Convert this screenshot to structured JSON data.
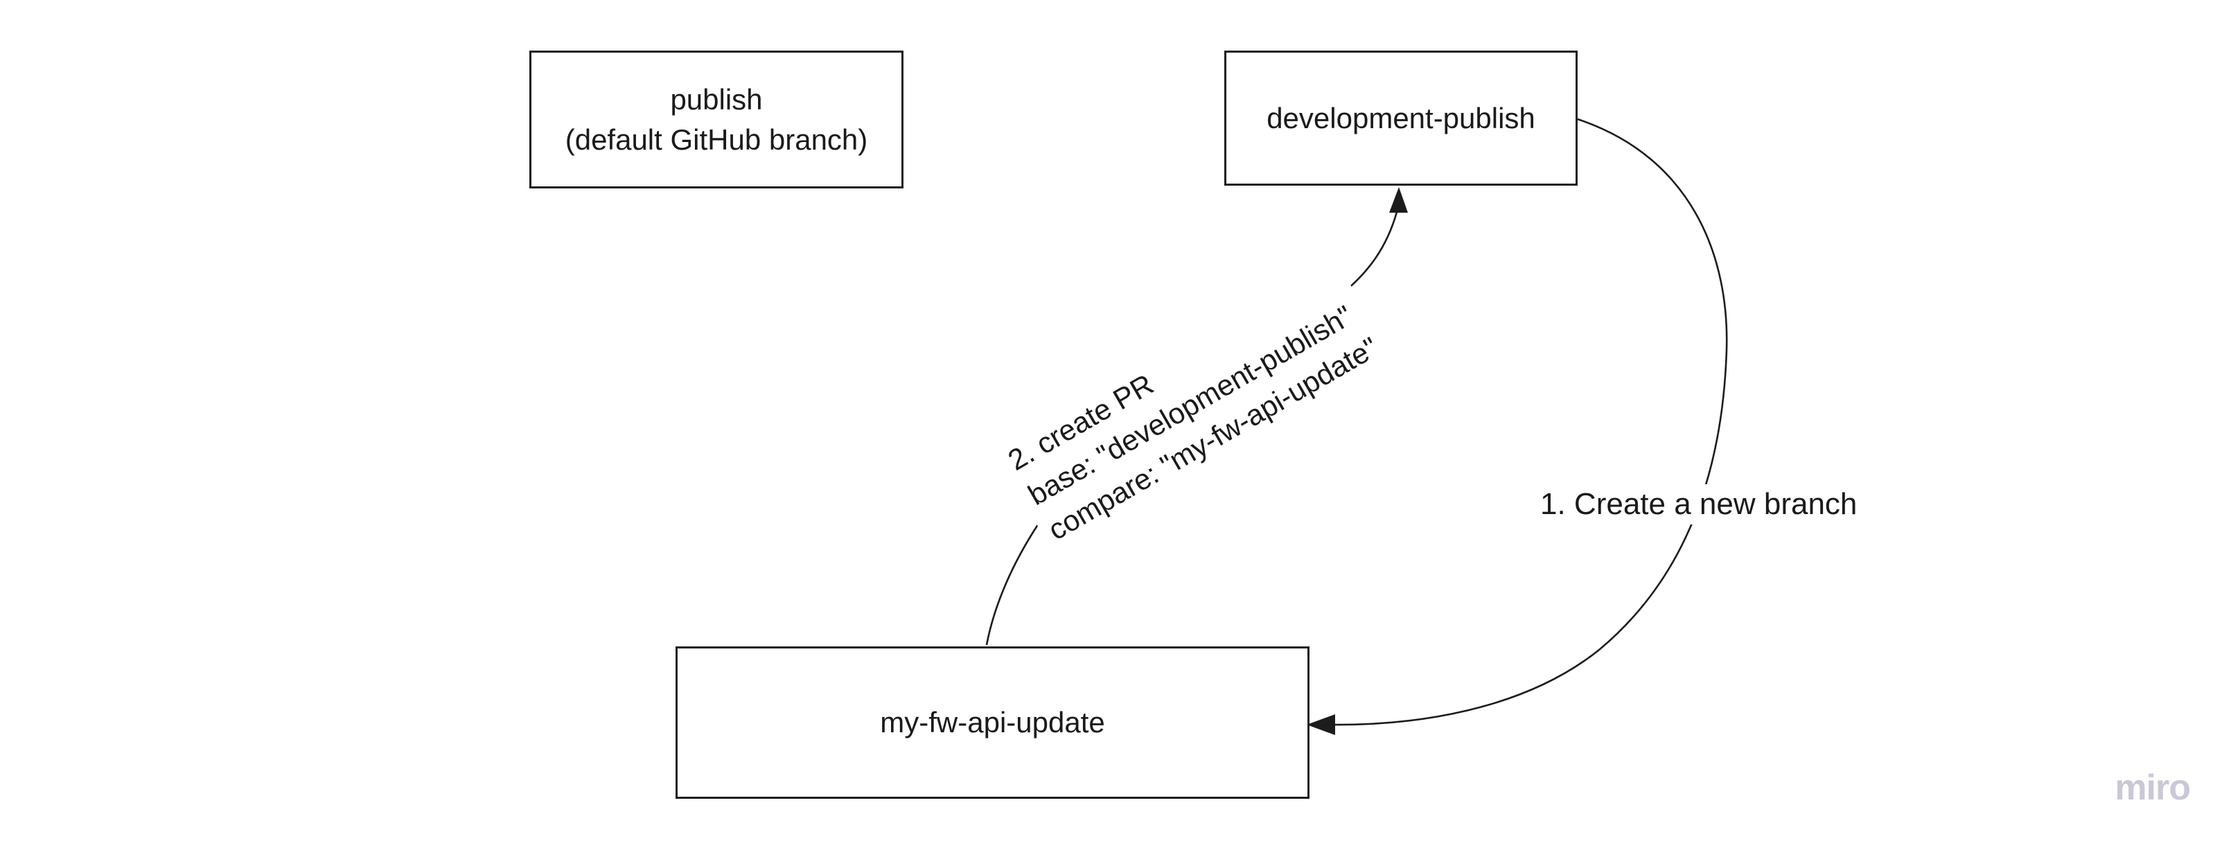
{
  "board": {
    "background": "#ffffff",
    "watermark": "miro"
  },
  "colors": {
    "stroke": "#1c1c1c",
    "text": "#1a1a1a",
    "watermark_gray": "#c9c8d4"
  },
  "nodes": {
    "publish": {
      "line1": "publish",
      "line2": "(default GitHub branch)"
    },
    "development_publish": {
      "label": "development-publish"
    },
    "my_fw_api_update": {
      "label": "my-fw-api-update"
    }
  },
  "connectors": {
    "create_branch": {
      "label": "1. Create a new branch",
      "from": "development-publish",
      "to": "my-fw-api-update"
    },
    "create_pr": {
      "line1": "2. create PR",
      "line2": "base: \"development-publish\"",
      "line3": "compare: \"my-fw-api-update\"",
      "from": "my-fw-api-update",
      "to": "development-publish"
    }
  }
}
